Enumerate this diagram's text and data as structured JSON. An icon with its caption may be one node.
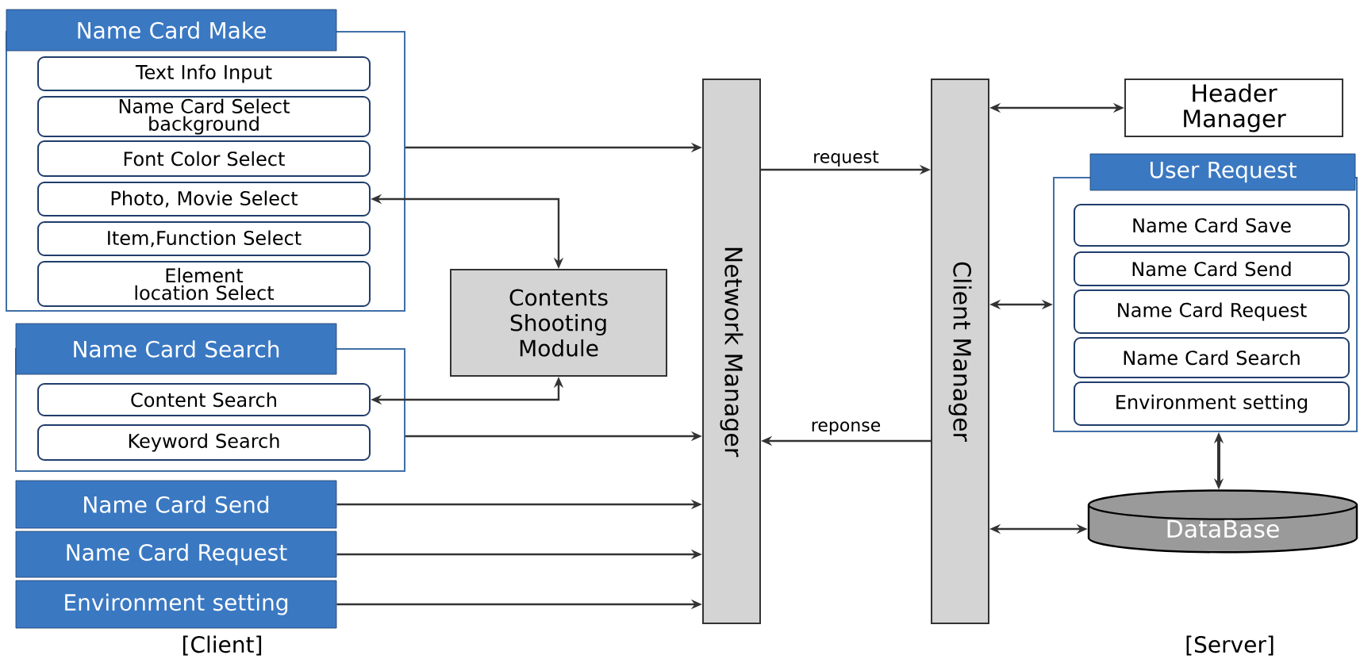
{
  "diagram": {
    "nodes": [
      {
        "text": [
          "Name Card Make"
        ]
      },
      {
        "text": [
          "Text Info Input"
        ],
        "in": 0
      },
      {
        "text": [
          "Name Card Select background"
        ],
        "in": 0
      },
      {
        "text": [
          "Font Color Select"
        ],
        "in": 0
      },
      {
        "text": [
          "Photo, Movie Select"
        ],
        "in": 0
      },
      {
        "text": [
          "Item,Function Select"
        ],
        "in": 0
      },
      {
        "text": [
          "Element location Select"
        ],
        "in": 0
      },
      {
        "text": [
          "Name Card Search"
        ]
      },
      {
        "text": [
          "Content Search"
        ],
        "in": 7
      },
      {
        "text": [
          "Keyword Search"
        ],
        "in": 7
      },
      {
        "text": [
          "Name Card Send"
        ]
      },
      {
        "text": [
          "Name Card Request"
        ]
      },
      {
        "text": [
          "Environment setting"
        ]
      },
      {
        "text": [
          "Contents Shooting Module"
        ]
      },
      {
        "text": [
          "Network Manager"
        ]
      },
      {
        "text": [
          "Client Manager"
        ]
      },
      {
        "text": [
          "Header Manager"
        ]
      },
      {
        "text": [
          "User Request"
        ]
      },
      {
        "text": [
          "Name Card Save"
        ],
        "in": 17
      },
      {
        "text": [
          "Name Card Send"
        ],
        "in": 17
      },
      {
        "text": [
          "Name Card Request"
        ],
        "in": 17
      },
      {
        "text": [
          "Name Card Search"
        ],
        "in": 17
      },
      {
        "text": [
          "Environment setting"
        ],
        "in": 17
      },
      {
        "text": [
          "DataBase"
        ]
      }
    ],
    "edges": [
      {
        "from": 0,
        "to": 14,
        "arrow": "to"
      },
      {
        "from": 4,
        "to": 13,
        "arrow": "both"
      },
      {
        "from": 8,
        "to": 13,
        "arrow": "both"
      },
      {
        "from": 7,
        "to": 14,
        "arrow": "to"
      },
      {
        "from": 10,
        "to": 14,
        "arrow": "to"
      },
      {
        "from": 11,
        "to": 14,
        "arrow": "to"
      },
      {
        "from": 12,
        "to": 14,
        "arrow": "to"
      },
      {
        "from": 14,
        "to": 15,
        "arrow": "to",
        "label": "request"
      },
      {
        "from": 15,
        "to": 14,
        "arrow": "to",
        "label": "reponse"
      },
      {
        "from": 15,
        "to": 16,
        "arrow": "both"
      },
      {
        "from": 15,
        "to": 17,
        "arrow": "both"
      },
      {
        "from": 17,
        "to": 23,
        "arrow": "both"
      },
      {
        "from": 15,
        "to": 23,
        "arrow": "both"
      }
    ],
    "labels": [
      "[Client]",
      "[Server]"
    ]
  }
}
